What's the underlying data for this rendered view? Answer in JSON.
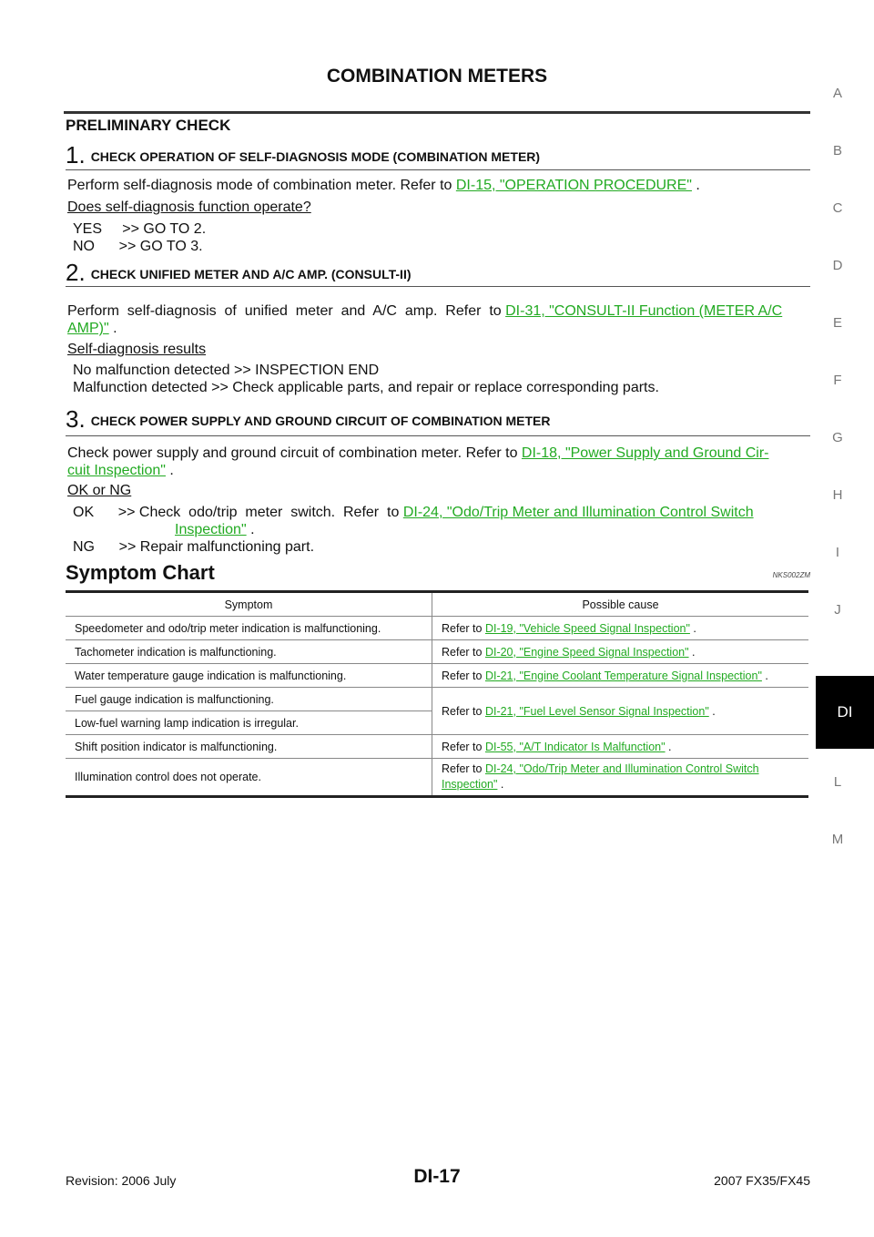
{
  "header": {
    "title": "COMBINATION METERS"
  },
  "side_index": {
    "letters": [
      "A",
      "B",
      "C",
      "D",
      "E",
      "F",
      "G",
      "H",
      "I",
      "J",
      "L",
      "M"
    ],
    "active": "DI"
  },
  "prelim": {
    "heading": "PRELIMINARY CHECK",
    "step1": {
      "num": "1.",
      "title": "CHECK OPERATION OF SELF-DIAGNOSIS MODE (COMBINATION METER)",
      "text": "Perform self-diagnosis mode of combination meter. Refer to ",
      "link": "DI-15, \"OPERATION PROCEDURE\"",
      "tail": " .",
      "question": "Does self-diagnosis function operate?",
      "yes": "YES     >> GO TO 2.",
      "no": "NO      >> GO TO 3."
    },
    "step2": {
      "num": "2.",
      "title": "CHECK UNIFIED METER AND A/C AMP. (CONSULT-II)",
      "text": "Perform  self-diagnosis  of  unified  meter  and  A/C  amp.  Refer  to ",
      "link1": "DI-31, \"CONSULT-II Function (METER A/C",
      "link2": "AMP)\"",
      "tail": " .",
      "question": "Self-diagnosis results",
      "r1": "No malfunction detected >> INSPECTION END",
      "r2": "Malfunction detected >> Check applicable parts, and repair or replace corresponding parts."
    },
    "step3": {
      "num": "3.",
      "title": "CHECK POWER SUPPLY AND GROUND CIRCUIT OF COMBINATION METER",
      "text": "Check power supply and ground circuit of combination meter. Refer to ",
      "link1": "DI-18, \"Power Supply and Ground Cir-",
      "link2": "cuit Inspection\"",
      "tail": " .",
      "question": "OK or NG",
      "ok": "OK      >> Check  odo/trip  meter  switch.  Refer  to ",
      "ok_link1": "DI-24, \"Odo/Trip Meter and Illumination Control Switch",
      "ok_link2": "Inspection\"",
      "ok_tail": " .",
      "ng": "NG      >> Repair malfunctioning part."
    }
  },
  "symptom_chart": {
    "title": "Symptom Chart",
    "id": "NKS002ZM",
    "col_symptom": "Symptom",
    "col_cause": "Possible cause",
    "refer": "Refer to ",
    "rows": [
      {
        "symptom": "Speedometer and odo/trip meter indication is malfunctioning.",
        "link": "DI-19, \"Vehicle Speed Signal Inspection\"",
        "tail": " ."
      },
      {
        "symptom": "Tachometer indication is malfunctioning.",
        "link": "DI-20, \"Engine Speed Signal Inspection\"",
        "tail": " ."
      },
      {
        "symptom": "Water temperature gauge indication is malfunctioning.",
        "link": "DI-21, \"Engine Coolant Temperature Signal Inspection\"",
        "tail": " ."
      },
      {
        "symptom": "Fuel gauge indication is malfunctioning.",
        "link": "DI-21, \"Fuel Level Sensor Signal Inspection\"",
        "tail": " ."
      },
      {
        "symptom": "Low-fuel warning lamp indication is irregular."
      },
      {
        "symptom": "Shift position indicator is malfunctioning.",
        "link": "DI-55, \"A/T Indicator Is Malfunction\"",
        "tail": " ."
      },
      {
        "symptom": "Illumination control does not operate.",
        "link1": "DI-24, \"Odo/Trip Meter and Illumination Control Switch ",
        "link2": "Inspection\"",
        "tail": " ."
      }
    ]
  },
  "footer": {
    "revision": "Revision: 2006 July",
    "page": "DI-17",
    "model": "2007 FX35/FX45"
  }
}
